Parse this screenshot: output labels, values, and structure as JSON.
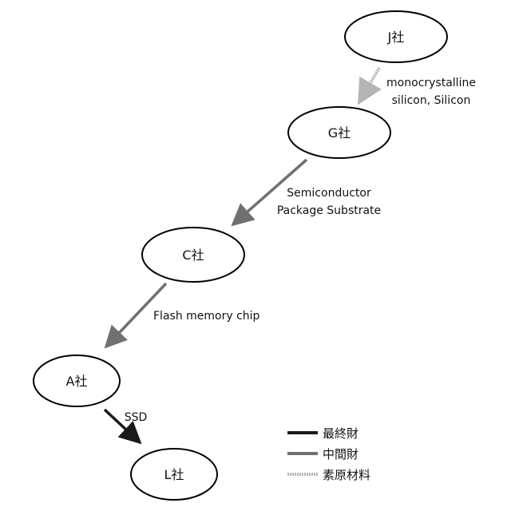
{
  "nodes": {
    "j": "J社",
    "g": "G社",
    "c": "C社",
    "a": "A社",
    "l": "L社"
  },
  "edges": {
    "j_to_g": {
      "line1": "monocrystalline",
      "line2": "silicon, Silicon",
      "category": "raw"
    },
    "g_to_c": {
      "line1": "Semiconductor",
      "line2": "Package Substrate",
      "category": "intermediate"
    },
    "c_to_a": {
      "line1": "Flash memory chip",
      "category": "intermediate"
    },
    "a_to_l": {
      "line1": "SSD",
      "category": "final"
    }
  },
  "legend": {
    "final": "最終財",
    "intermediate": "中間財",
    "raw": "素原材料"
  },
  "colors": {
    "final": "#1a1a1a",
    "intermediate": "#707070",
    "raw": "#b4b4b4"
  }
}
